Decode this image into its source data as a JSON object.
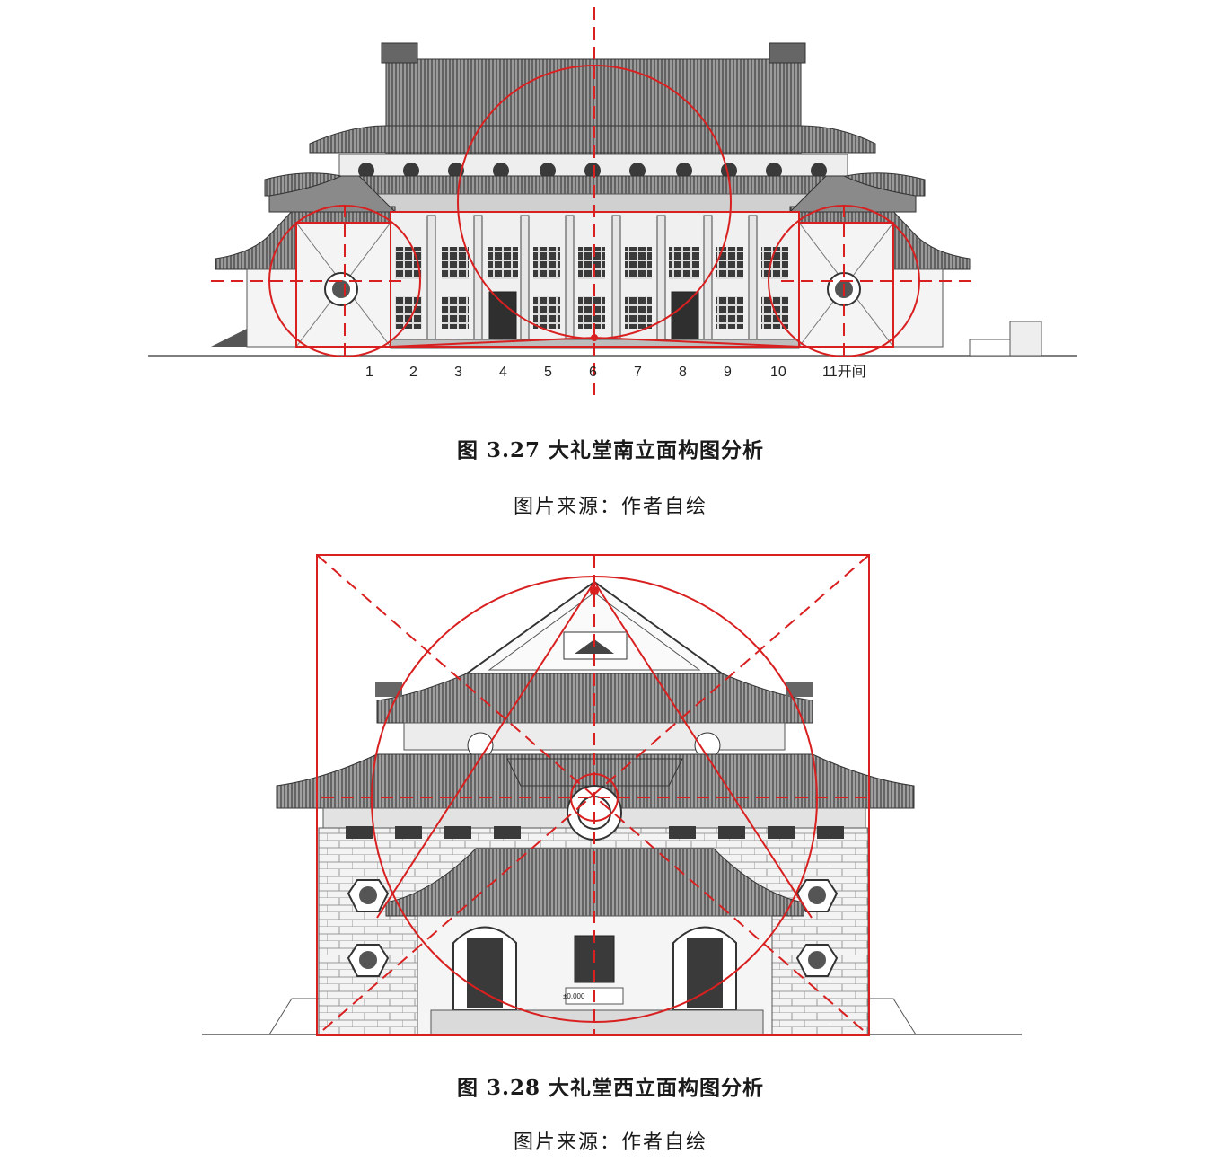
{
  "figures": [
    {
      "id": "south",
      "title": "图 3.27 大礼堂南立面构图分析",
      "source": "图片来源：作者自绘",
      "bay_labels": [
        "1",
        "2",
        "3",
        "4",
        "5",
        "6",
        "7",
        "8",
        "9",
        "10",
        "11开间"
      ]
    },
    {
      "id": "west",
      "title": "图 3.28 大礼堂西立面构图分析",
      "source": "图片来源：作者自绘",
      "level_label": "±0.000"
    }
  ],
  "colors": {
    "analysis_red": "#d92020",
    "line_gray": "#555555",
    "roof_gray": "#7a7a7a",
    "wall_light": "#f2f2f2"
  }
}
